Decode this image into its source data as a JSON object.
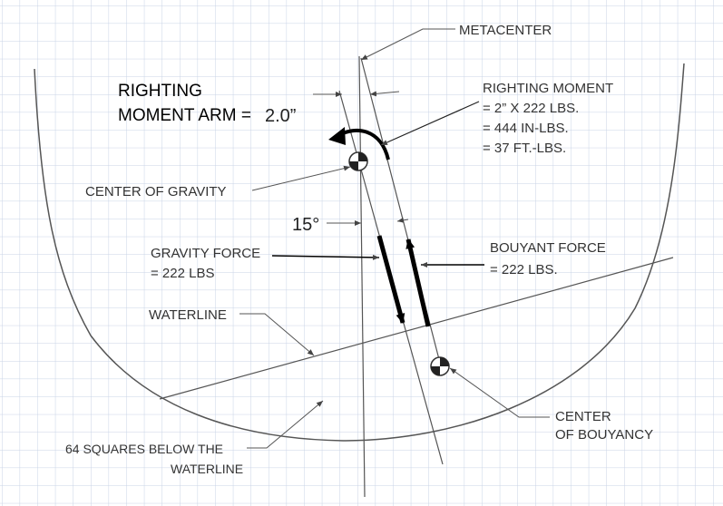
{
  "labels": {
    "metacenter": "METACENTER",
    "righting_moment_arm_line1": "RIGHTING",
    "righting_moment_arm_line2": "MOMENT ARM =",
    "arm_value": "2.0”",
    "righting_moment_title": "RIGHTING MOMENT",
    "righting_moment_line1": "= 2” X  222 LBS.",
    "righting_moment_line2": "= 444 IN-LBS.",
    "righting_moment_line3": "= 37 FT.-LBS.",
    "center_of_gravity": "CENTER OF GRAVITY",
    "angle": "15°",
    "gravity_force_line1": "GRAVITY FORCE",
    "gravity_force_line2": "= 222 LBS",
    "bouyant_force_line1": "BOUYANT FORCE",
    "bouyant_force_line2": "= 222 LBS.",
    "waterline": "WATERLINE",
    "center_of_bouyancy_line1": "CENTER",
    "center_of_bouyancy_line2": "OF BOUYANCY",
    "squares_line1": "64 SQUARES BELOW THE",
    "squares_line2": "WATERLINE"
  },
  "colors": {
    "grid": "#c9d3e6",
    "line": "#555555",
    "arrow": "#000000"
  }
}
